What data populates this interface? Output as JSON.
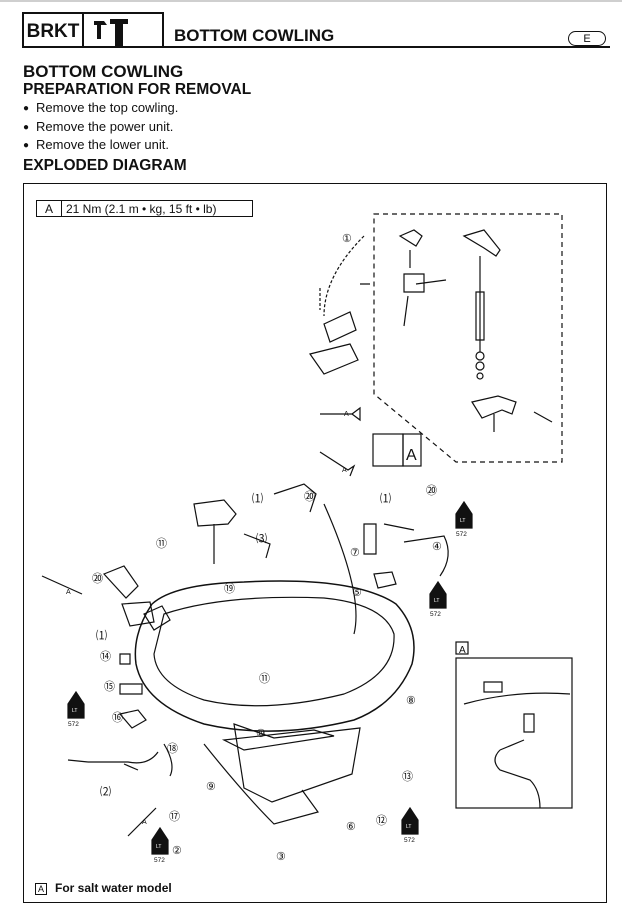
{
  "header": {
    "section_code": "BRKT",
    "title": "BOTTOM COWLING",
    "language_badge": "E"
  },
  "content": {
    "heading": "BOTTOM COWLING",
    "subheading": "PREPARATION FOR REMOVAL",
    "steps": [
      "Remove the top cowling.",
      "Remove the power unit.",
      "Remove the lower unit."
    ],
    "diagram_heading": "EXPLODED DIAGRAM"
  },
  "diagram": {
    "torque_key": "A",
    "torque_spec": "21 Nm (2.1 m • kg, 15 ft • lb)",
    "inset_key": "A",
    "labels": [
      "①",
      "②",
      "③",
      "④",
      "⑤",
      "⑥",
      "⑦",
      "⑧",
      "⑨",
      "⑩",
      "⑪",
      "⑫",
      "⑬",
      "⑭",
      "⑮",
      "⑯",
      "⑰",
      "⑱",
      "⑲",
      "⑳",
      "⑴",
      "⑵",
      "⑶"
    ],
    "sealant_code": "572",
    "sealant_label": "LT",
    "grease_label": "A"
  },
  "footnote": {
    "key": "A",
    "text": "For salt water model"
  }
}
